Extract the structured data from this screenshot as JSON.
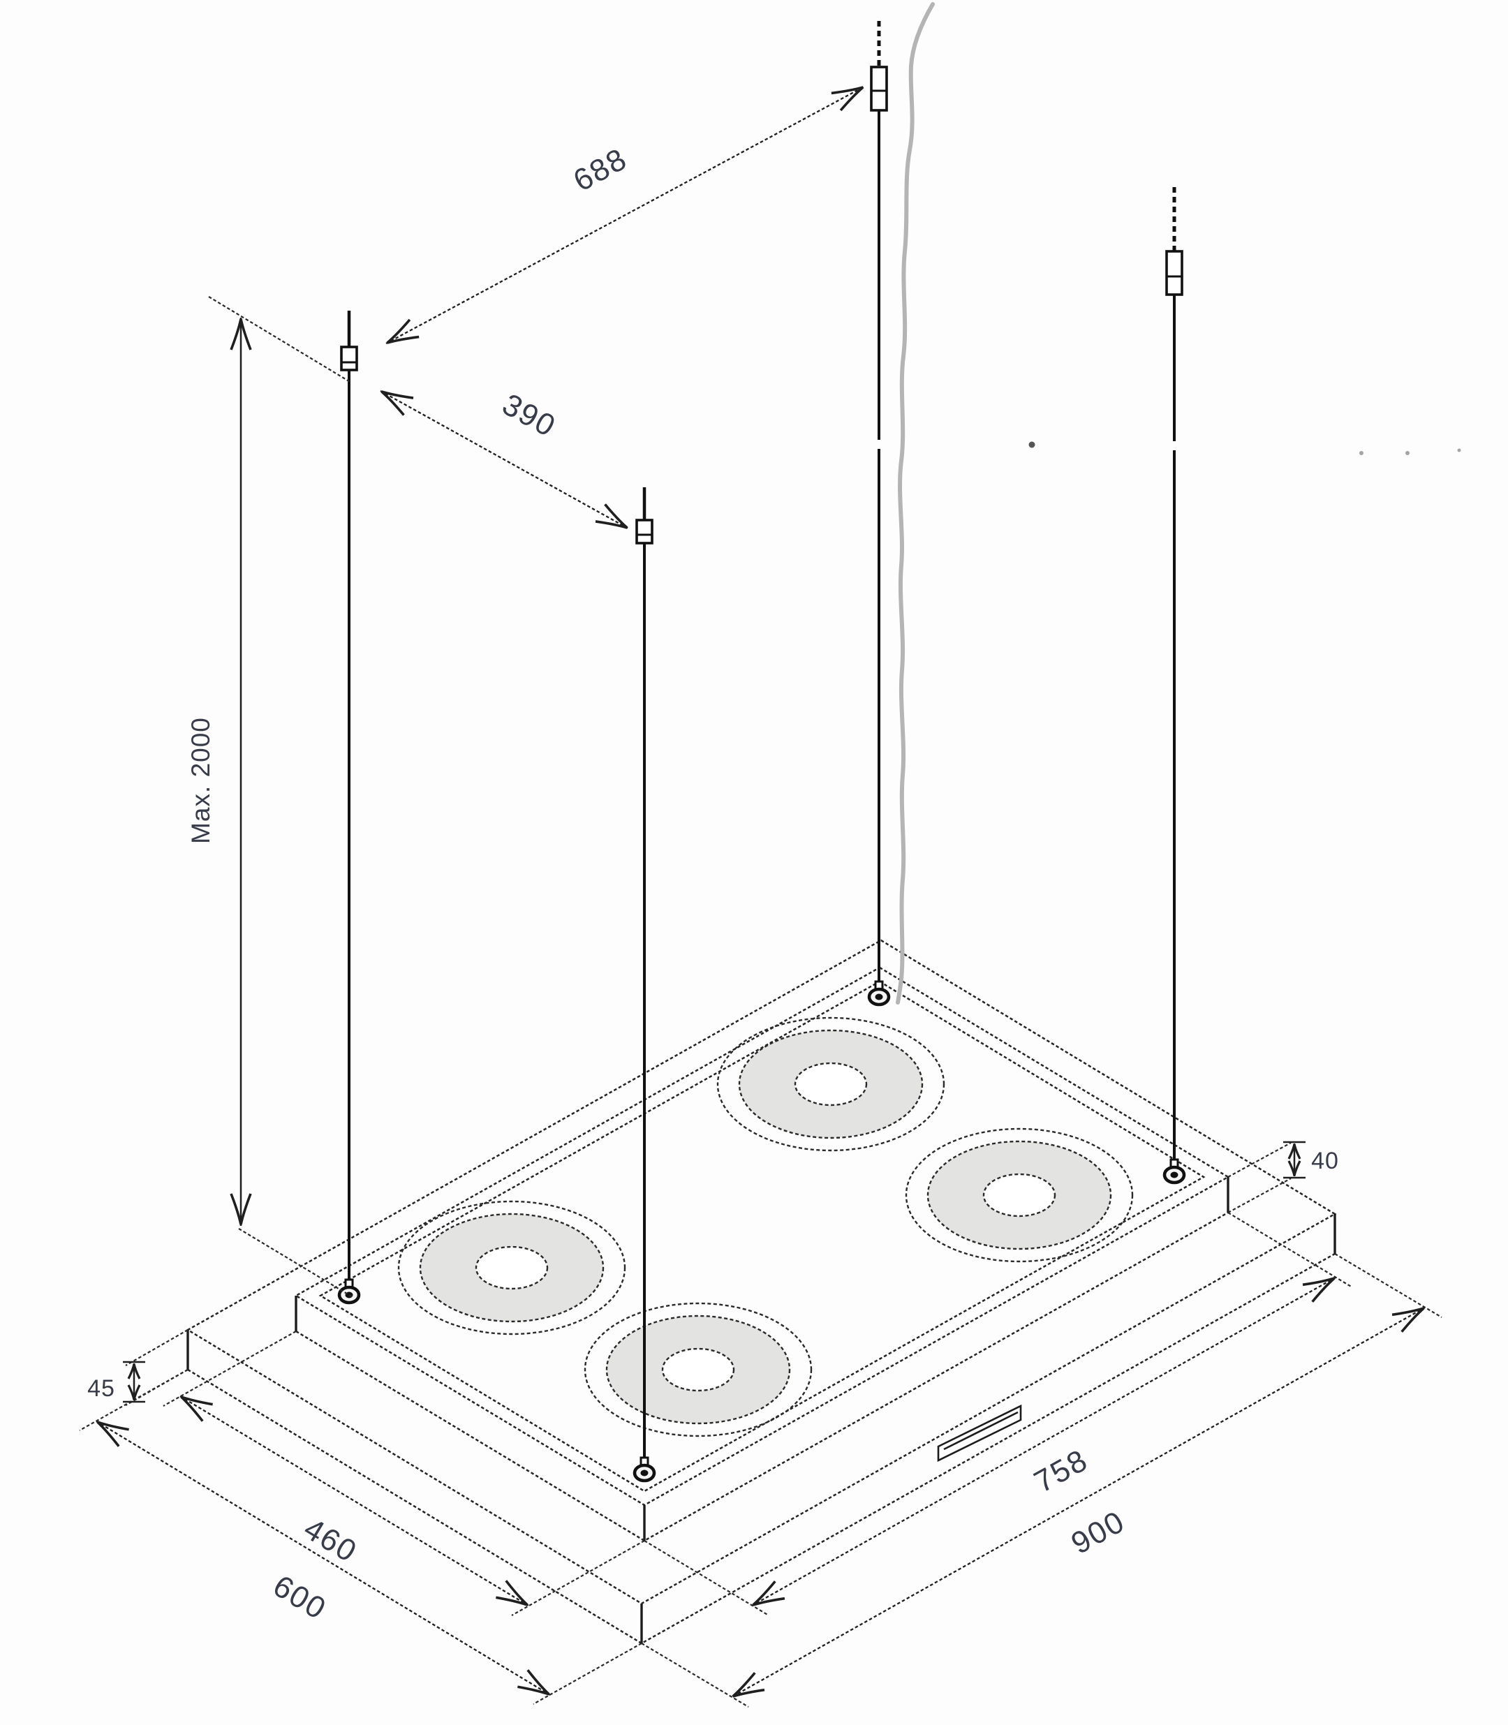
{
  "dims": {
    "back_span": "688",
    "side_span": "390",
    "max_suspension": "Max. 2000",
    "base_height": "45",
    "hob_height": "40",
    "hob_width": "460",
    "base_width": "600",
    "hob_depth": "758",
    "base_depth": "900"
  },
  "colors": {
    "line": "#1f1f1f",
    "dimension_text": "#383c49",
    "burner_fill": "#e3e3e1",
    "cable": "#b4b4b4",
    "background": "#ffffff"
  }
}
